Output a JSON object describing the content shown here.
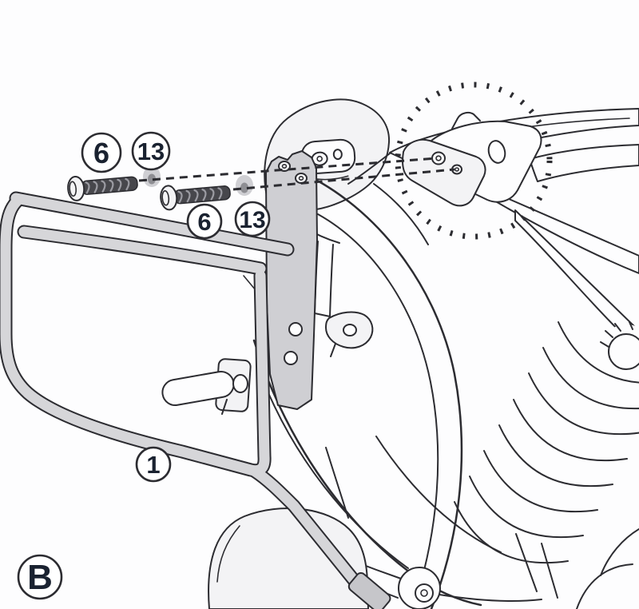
{
  "figure": {
    "step_label": "B",
    "callouts": [
      {
        "label": "6"
      },
      {
        "label": "13"
      },
      {
        "label": "6"
      },
      {
        "label": "13"
      },
      {
        "label": "1"
      }
    ],
    "colors": {
      "line": "#2c2c31",
      "tube_fill": "#d6d6d9",
      "plate_fill": "#cfcfd3",
      "body_fill": "#f3f3f5",
      "white_fill": "#fdfdfe",
      "thread_dark": "#47474c",
      "thread_light": "#9b9ba2",
      "washer_fill": "#cfcfd3",
      "washer_hole": "#8e8e93",
      "label_text": "#1a2230",
      "background": "#fdfdfe"
    }
  }
}
